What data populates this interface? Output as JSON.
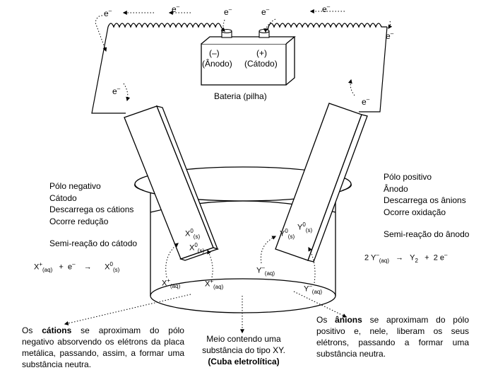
{
  "battery": {
    "negative_sign": "(–)",
    "negative_name": "(Ânodo)",
    "positive_sign": "(+)",
    "positive_name": "(Cátodo)",
    "caption": "Bateria (pilha)"
  },
  "electron_symbol": "e",
  "electron_charge": "–",
  "cathode_info": {
    "lines": [
      "Pólo negativo",
      "Cátodo",
      "Descarrega os cátions",
      "Ocorre redução"
    ],
    "half_reaction_title": "Semi-reação do cátodo"
  },
  "anode_info": {
    "lines": [
      "Pólo positivo",
      "Ânodo",
      "Descarrega os ânions",
      "Ocorre oxidação"
    ],
    "half_reaction_title": "Semi-reação do ânodo"
  },
  "cathode_equation": {
    "x": "X",
    "x_sup": "+",
    "x_sub": "(aq)",
    "plus": "+",
    "e": "e",
    "e_sup": "–",
    "arrow": "→",
    "prod": "X",
    "prod_sup": "0",
    "prod_sub": "(s)"
  },
  "anode_equation": {
    "coef": "2 Y",
    "y_sup": "–",
    "y_sub": "(aq)",
    "arrow": "→",
    "prod": "Y",
    "prod_sub": "2",
    "plus": "+",
    "e": "2 e",
    "e_sup": "–"
  },
  "species": {
    "x0_a": {
      "main": "X",
      "sup": "0",
      "sub": "(s)"
    },
    "x0_b": {
      "main": "X",
      "sup": "0",
      "sub": "(s)"
    },
    "y0_a": {
      "main": "Y",
      "sup": "0",
      "sub": "(s)"
    },
    "y0_b": {
      "main": "Y",
      "sup": "0",
      "sub": "(s)"
    },
    "x_plus_a": {
      "main": "X",
      "sup": "+",
      "sub": "(aq)"
    },
    "x_plus_b": {
      "main": "X",
      "sup": "+",
      "sub": "(aq)"
    },
    "y_minus_a": {
      "main": "Y",
      "sup": "–",
      "sub": "(aq)"
    },
    "y_minus_b": {
      "main": "Y",
      "sup": "–",
      "sub": "(aq)"
    }
  },
  "cations_text": {
    "before": "Os ",
    "bold": "cátions",
    "after": " se aproximam do pólo negativo absorvendo os elétrons da placa metálica, passando, assim, a formar uma substância neutra."
  },
  "medium_text": {
    "line1": "Meio contendo uma",
    "line2": "substância do tipo XY.",
    "line3": "(Cuba eletrolítica)"
  },
  "anions_text": {
    "before": "Os ",
    "bold": "ânions",
    "after": " se aproximam do pólo positivo e, nele, liberam os seus elétrons, passando a formar uma substância neutra."
  }
}
